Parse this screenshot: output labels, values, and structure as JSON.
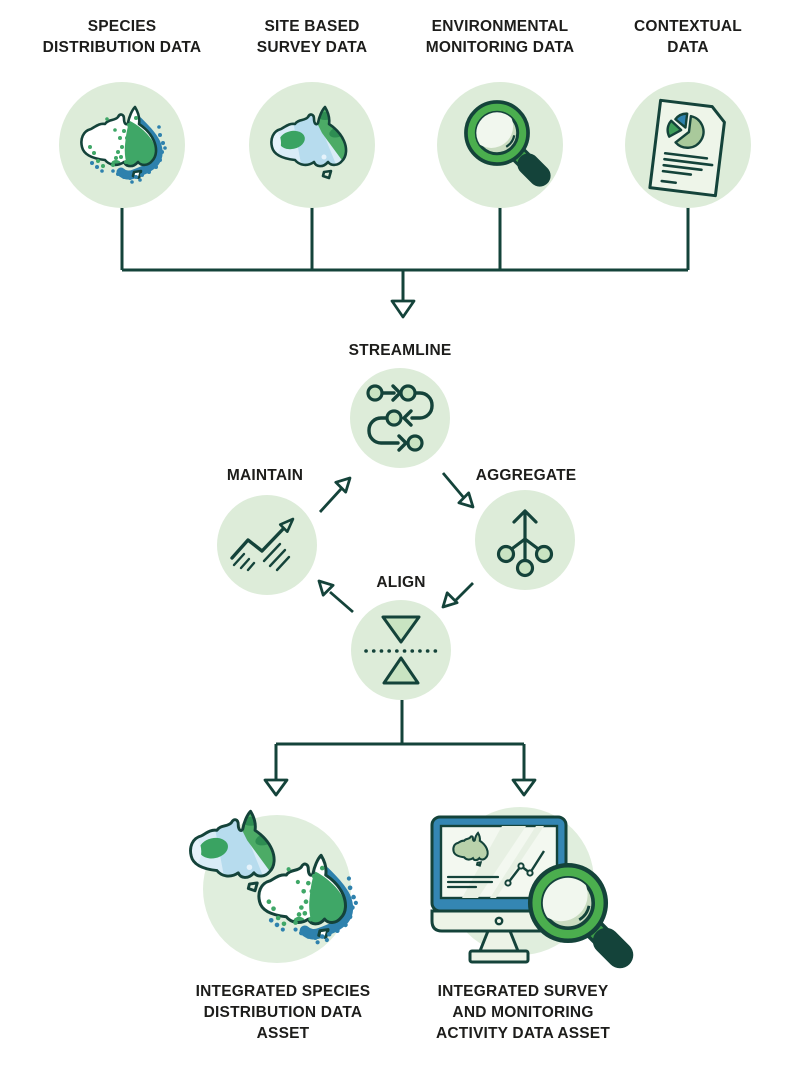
{
  "diagram": {
    "sources": [
      {
        "label_lines": [
          "SPECIES",
          "DISTRIBUTION DATA"
        ],
        "icon": "australia-species-dots-map-icon"
      },
      {
        "label_lines": [
          "SITE BASED",
          "SURVEY DATA"
        ],
        "icon": "australia-survey-regions-map-icon"
      },
      {
        "label_lines": [
          "ENVIRONMENTAL",
          "MONITORING DATA"
        ],
        "icon": "magnifying-glass-icon"
      },
      {
        "label_lines": [
          "CONTEXTUAL",
          "DATA"
        ],
        "icon": "document-pie-chart-icon"
      }
    ],
    "process_steps": [
      {
        "label": "STREAMLINE",
        "icon": "flow-steps-icon"
      },
      {
        "label": "MAINTAIN",
        "icon": "trend-chart-icon"
      },
      {
        "label": "AGGREGATE",
        "icon": "merge-branches-icon"
      },
      {
        "label": "ALIGN",
        "icon": "align-triangles-icon"
      }
    ],
    "outputs": [
      {
        "label_lines": [
          "INTEGRATED SPECIES",
          "DISTRIBUTION DATA",
          "ASSET"
        ],
        "icon": "combined-australia-maps-icon"
      },
      {
        "label_lines": [
          "INTEGRATED SURVEY",
          "AND MONITORING",
          "ACTIVITY DATA ASSET"
        ],
        "icon": "monitor-with-magnifier-icon"
      }
    ]
  },
  "colors": {
    "background": "#ffffff",
    "outline_dark_teal": "#14433a",
    "text": "#1d1d1b",
    "circle_background": "#ddecd9",
    "node_fill_light_green": "#c9e4c2",
    "map_green": "#4cab66",
    "map_dark_green": "#2e8d52",
    "map_pale_blue": "#d9ecf7",
    "map_mid_blue": "#b7dcee",
    "dot_blue": "#2e81ad",
    "dot_green": "#3fa767",
    "magnifier_green": "#4bae4e",
    "monitor_blue": "#3486b3",
    "paper_green_white": "#eef5e9"
  }
}
